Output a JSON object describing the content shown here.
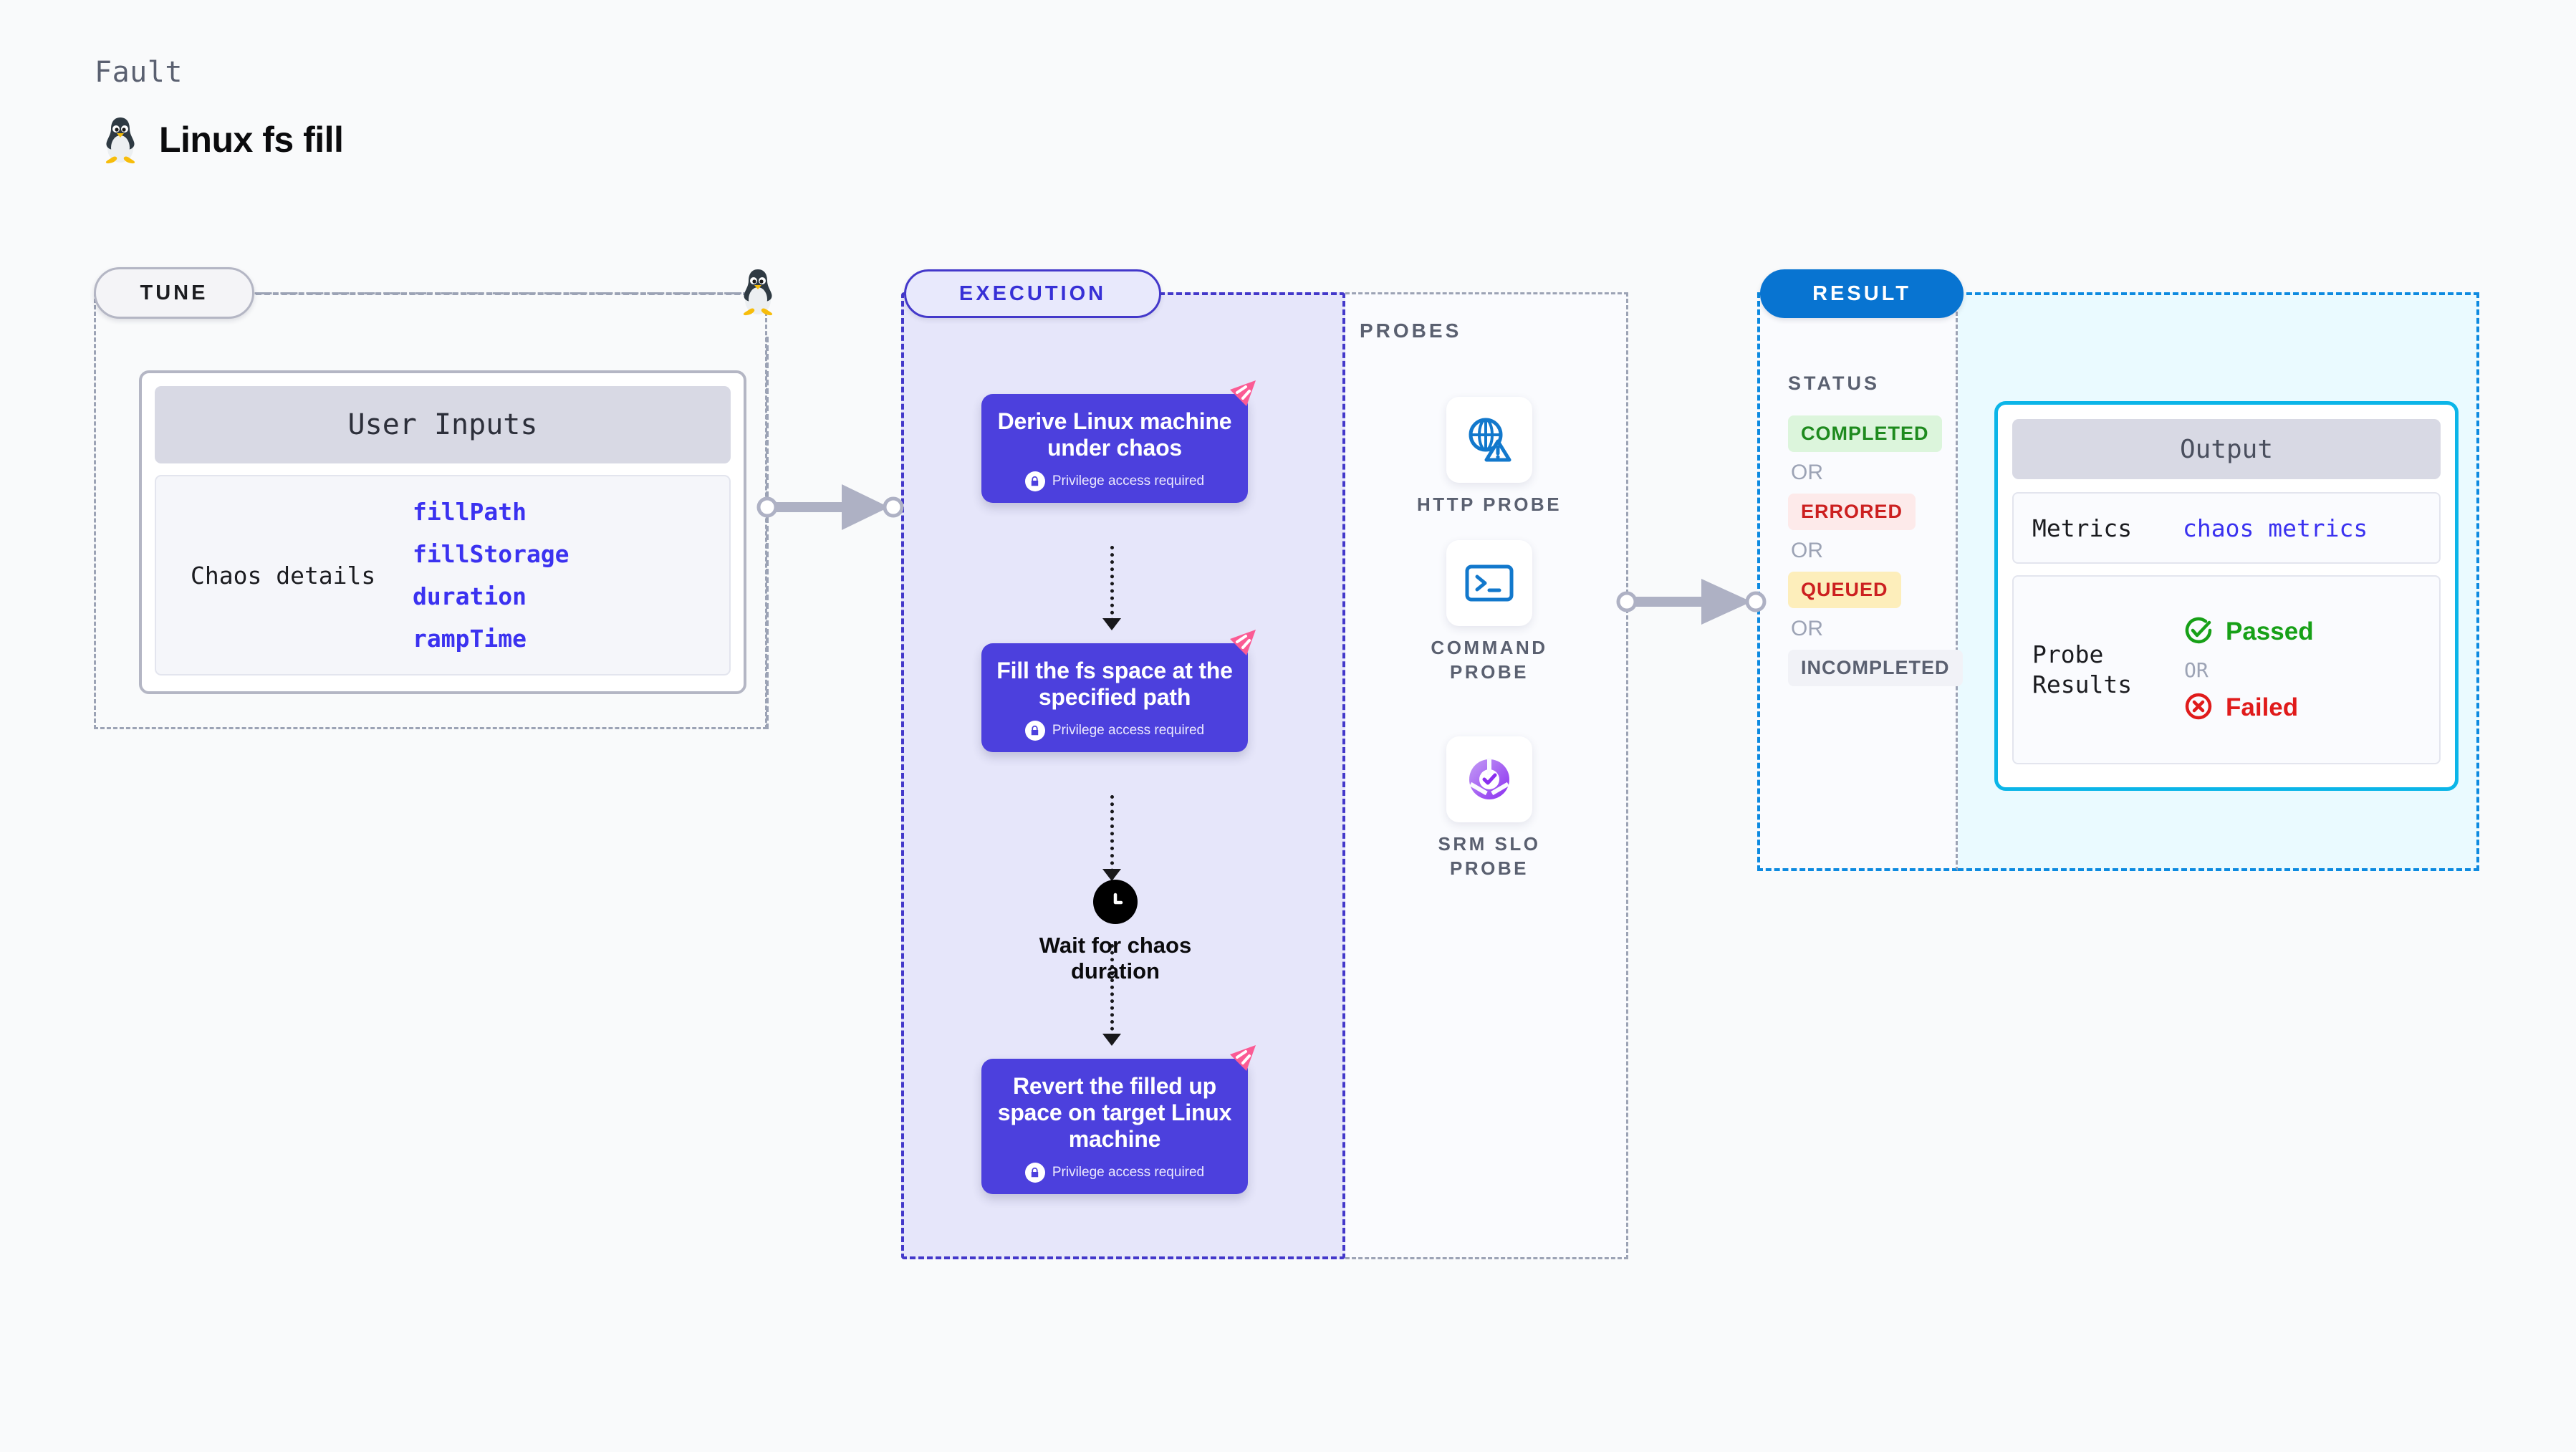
{
  "header": {
    "kicker": "Fault",
    "title": "Linux fs fill",
    "icon": "linux-tux-icon"
  },
  "colors": {
    "execution_accent": "#4338ca",
    "result_accent": "#0874d1",
    "output_border": "#0bb5e8",
    "step_card": "#4c40dd",
    "corner_badge": "#fb5b94",
    "code_text": "#3b32f0"
  },
  "tune": {
    "pill_label": "TUNE",
    "card": {
      "header": "User Inputs",
      "rows": [
        {
          "label": "Chaos details",
          "values": [
            "fillPath",
            "fillStorage",
            "duration",
            "rampTime"
          ]
        }
      ]
    }
  },
  "execution": {
    "pill_label": "EXECUTION",
    "privilege_note": "Privilege access required",
    "steps": [
      {
        "title": "Derive Linux machine under chaos",
        "privileged": true,
        "badge": "litmus-corner-badge"
      },
      {
        "title": "Fill the fs space at the specified path",
        "privileged": true,
        "badge": "litmus-corner-badge"
      },
      {
        "title": "Revert the filled up space on target Linux machine",
        "privileged": true,
        "badge": "litmus-corner-badge"
      }
    ],
    "wait": {
      "icon": "clock-icon",
      "label": "Wait for chaos duration"
    }
  },
  "probes": {
    "title": "PROBES",
    "items": [
      {
        "label": "HTTP PROBE",
        "icon": "globe-warning-icon"
      },
      {
        "label": "COMMAND PROBE",
        "icon": "terminal-icon"
      },
      {
        "label": "SRM SLO PROBE",
        "icon": "srm-slo-donut-icon"
      }
    ]
  },
  "result": {
    "pill_label": "RESULT",
    "status_title": "STATUS",
    "or_label": "OR",
    "statuses": [
      {
        "label": "COMPLETED",
        "variant": "st-completed"
      },
      {
        "label": "ERRORED",
        "variant": "st-errored"
      },
      {
        "label": "QUEUED",
        "variant": "st-queued"
      },
      {
        "label": "INCOMPLETED",
        "variant": "st-incompleted"
      }
    ],
    "output": {
      "header": "Output",
      "metrics_key": "Metrics",
      "metrics_value": "chaos metrics",
      "probe_results_key": "Probe Results",
      "or_label": "OR",
      "passed_label": "Passed",
      "failed_label": "Failed"
    }
  }
}
